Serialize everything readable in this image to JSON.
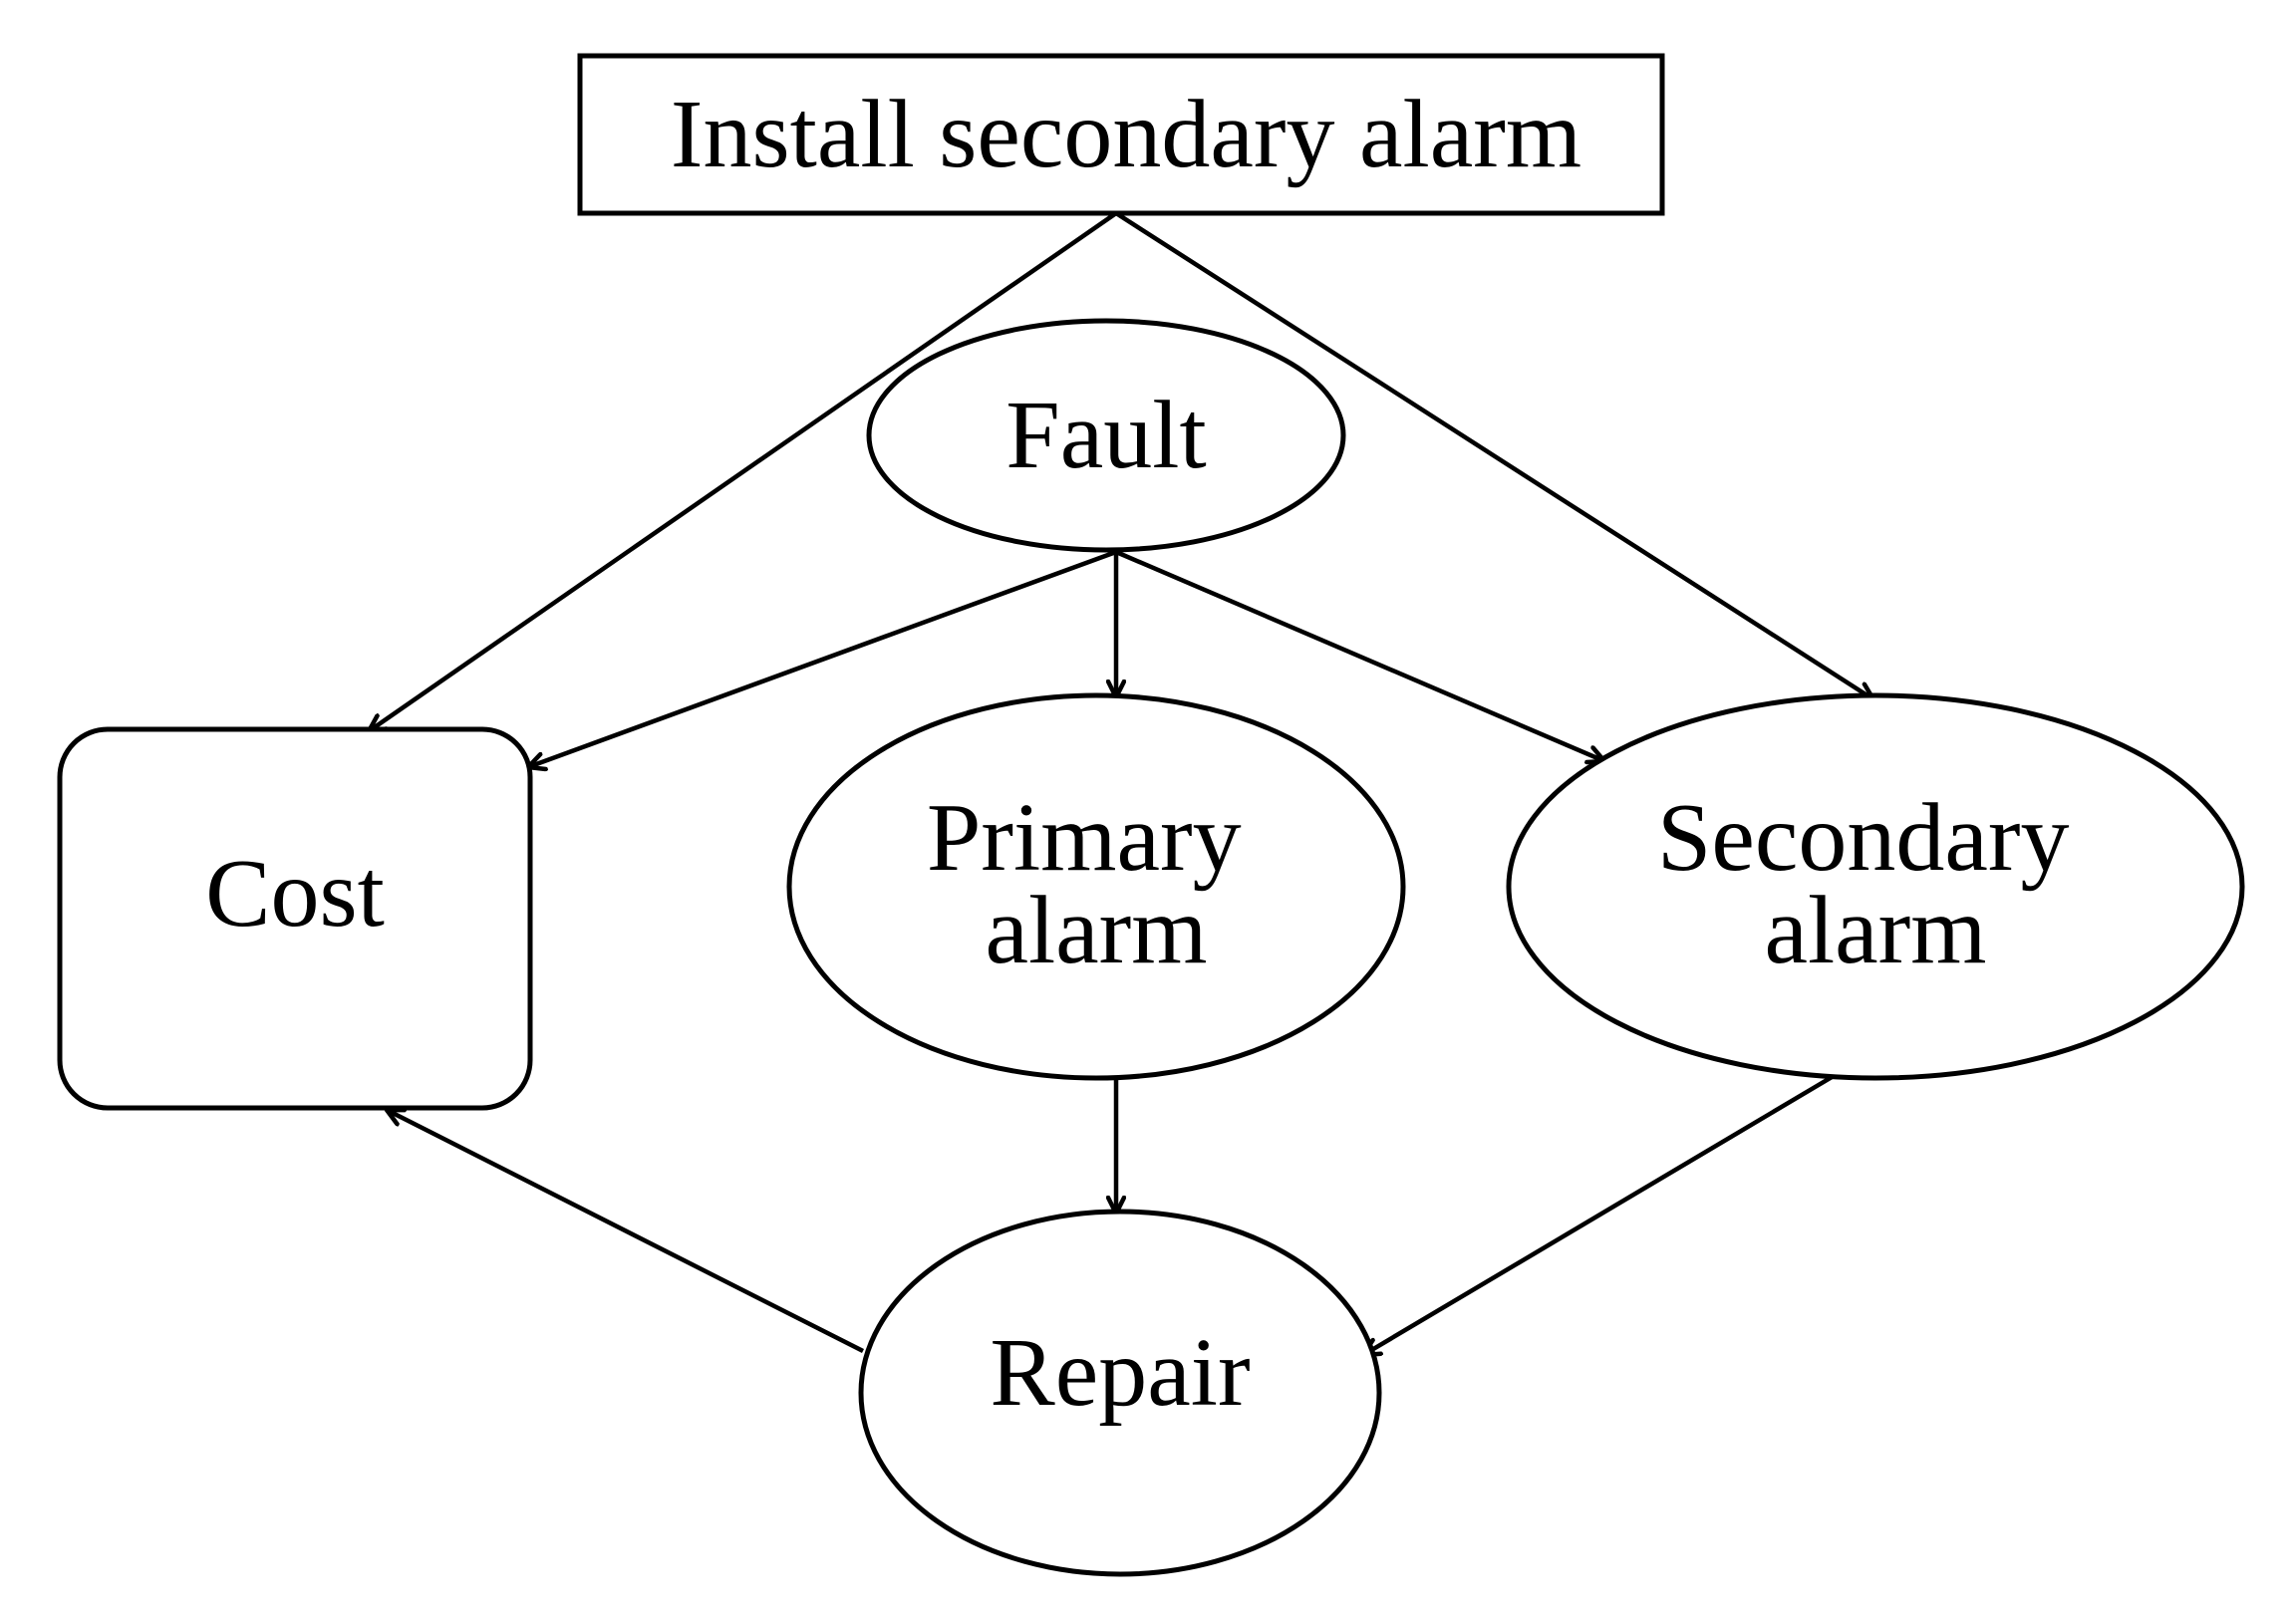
{
  "nodes": {
    "install": {
      "label": "Install secondary alarm",
      "shape": "rectangle"
    },
    "fault": {
      "label": "Fault",
      "shape": "ellipse"
    },
    "cost": {
      "label": "Cost",
      "shape": "rounded-rectangle"
    },
    "primary": {
      "label_lines": [
        "Primary",
        "alarm"
      ],
      "shape": "ellipse"
    },
    "secondary": {
      "label_lines": [
        "Secondary",
        "alarm"
      ],
      "shape": "ellipse"
    },
    "repair": {
      "label": "Repair",
      "shape": "ellipse"
    }
  },
  "edges": [
    {
      "from": "install",
      "to": "cost"
    },
    {
      "from": "install",
      "to": "secondary"
    },
    {
      "from": "fault",
      "to": "cost"
    },
    {
      "from": "fault",
      "to": "primary"
    },
    {
      "from": "fault",
      "to": "secondary"
    },
    {
      "from": "primary",
      "to": "repair"
    },
    {
      "from": "secondary",
      "to": "repair"
    },
    {
      "from": "repair",
      "to": "cost"
    }
  ],
  "colors": {
    "stroke": "#000000",
    "background": "#ffffff"
  }
}
